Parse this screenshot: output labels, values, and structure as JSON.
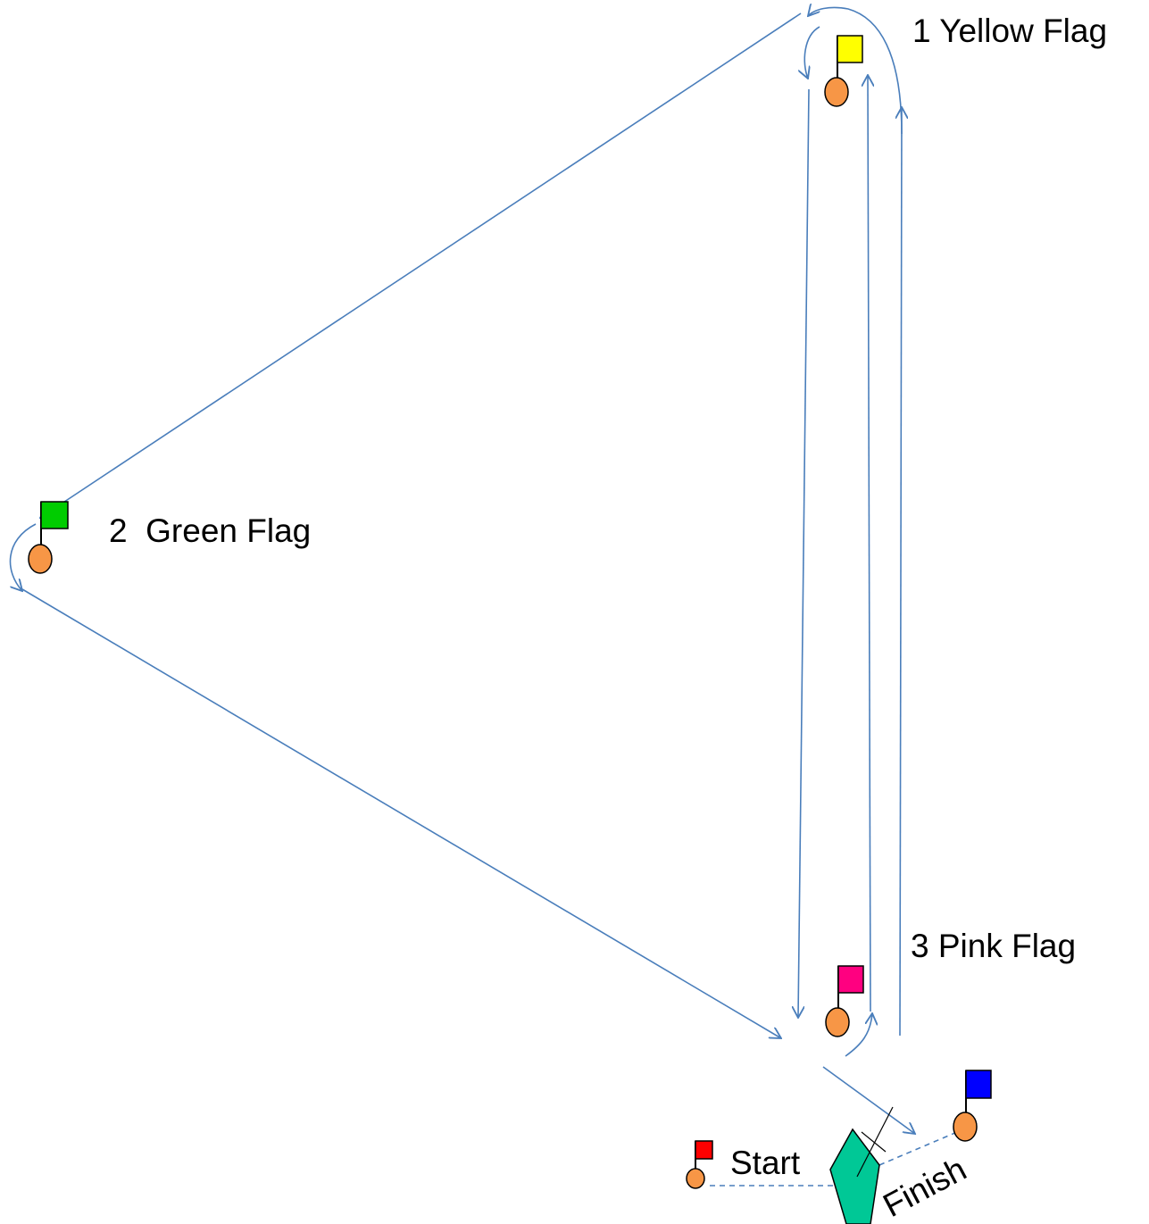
{
  "marks": {
    "yellow": {
      "label": "1 Yellow Flag",
      "flag_color": "#ffff00"
    },
    "green": {
      "label": "2  Green Flag",
      "flag_color": "#00cc00"
    },
    "pink": {
      "label": "3 Pink Flag",
      "flag_color": "#ff0080"
    },
    "start": {
      "label": "Start",
      "flag_color": "#ff0000"
    },
    "finish": {
      "label": "Finish",
      "flag_color": "#0000ff"
    }
  },
  "committee_boat": {
    "color": "#00c896"
  },
  "buoy_color": "#f79646",
  "course_line_color": "#4a7ebb"
}
